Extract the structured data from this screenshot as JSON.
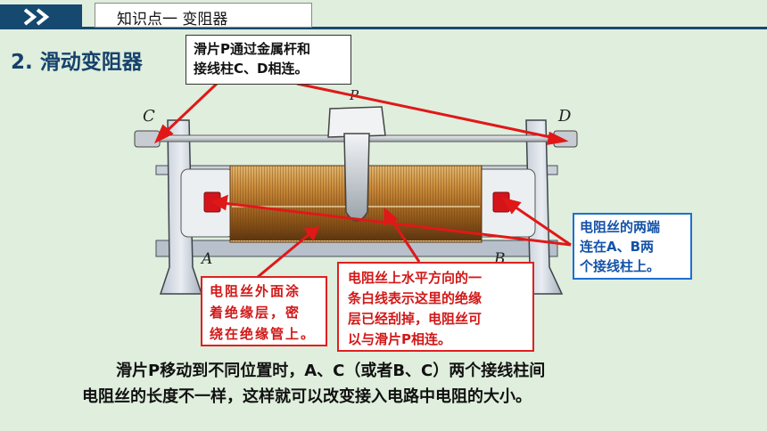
{
  "header": {
    "topic": "知识点一  变阻器"
  },
  "section_title": "2. 滑动变阻器",
  "callouts": {
    "slider": [
      "滑片P通过金属杆和",
      "接线柱C、D相连。"
    ],
    "ends": [
      "电阻丝的两端",
      "连在A、B两",
      "个接线柱上。"
    ],
    "coating": [
      "电阻丝外面涂",
      "着绝缘层，密",
      "绕在绝缘管上。"
    ],
    "white_line": [
      "电阻丝上水平方向的一",
      "条白线表示这里的绝缘",
      "层已经刮掉，电阻丝可",
      "以与滑片P相连。"
    ]
  },
  "terminal_labels": {
    "C": "C",
    "D": "D",
    "P": "P",
    "A": "A",
    "B": "B"
  },
  "summary": {
    "line1": "滑片P移动到不同位置时，A、C（或者B、C）两个接线柱间",
    "line2": "电阻丝的长度不一样，这样就可以改变接入电路中电阻的大小。"
  },
  "colors": {
    "header_blue": "#16496f",
    "callout_red": "#e02020",
    "callout_blue": "#1c6fd3",
    "background": "#dfeedd"
  }
}
